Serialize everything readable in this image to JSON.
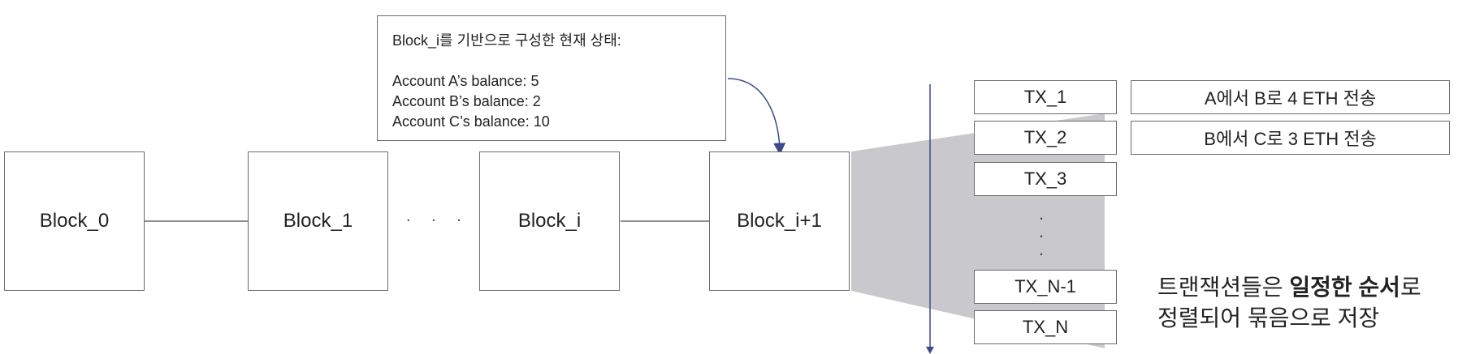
{
  "blocks": [
    "Block_0",
    "Block_1",
    "Block_i",
    "Block_i+1"
  ],
  "ellipsis_between": ". . .",
  "callout": {
    "title": "Block_i를 기반으로 구성한 현재 상태:",
    "lines": [
      "Account A’s balance: 5",
      "Account B’s balance: 2",
      "Account C’s balance: 10"
    ]
  },
  "transactions": [
    "TX_1",
    "TX_2",
    "TX_3",
    "TX_N-1",
    "TX_N"
  ],
  "tx_ellipsis": [
    "·",
    "·",
    "·"
  ],
  "tx_descriptions": [
    "A에서 B로 4 ETH 전송",
    "B에서 C로 3 ETH 전송"
  ],
  "note": {
    "line1_prefix": "트랜잭션들은 ",
    "line1_bold": "일정한 순서",
    "line1_suffix": "로",
    "line2": "정렬되어 묶음으로 저장"
  },
  "colors": {
    "border": "#6b6b6b",
    "funnel": "#c9c8cc",
    "arrow": "#3a4a8a"
  }
}
